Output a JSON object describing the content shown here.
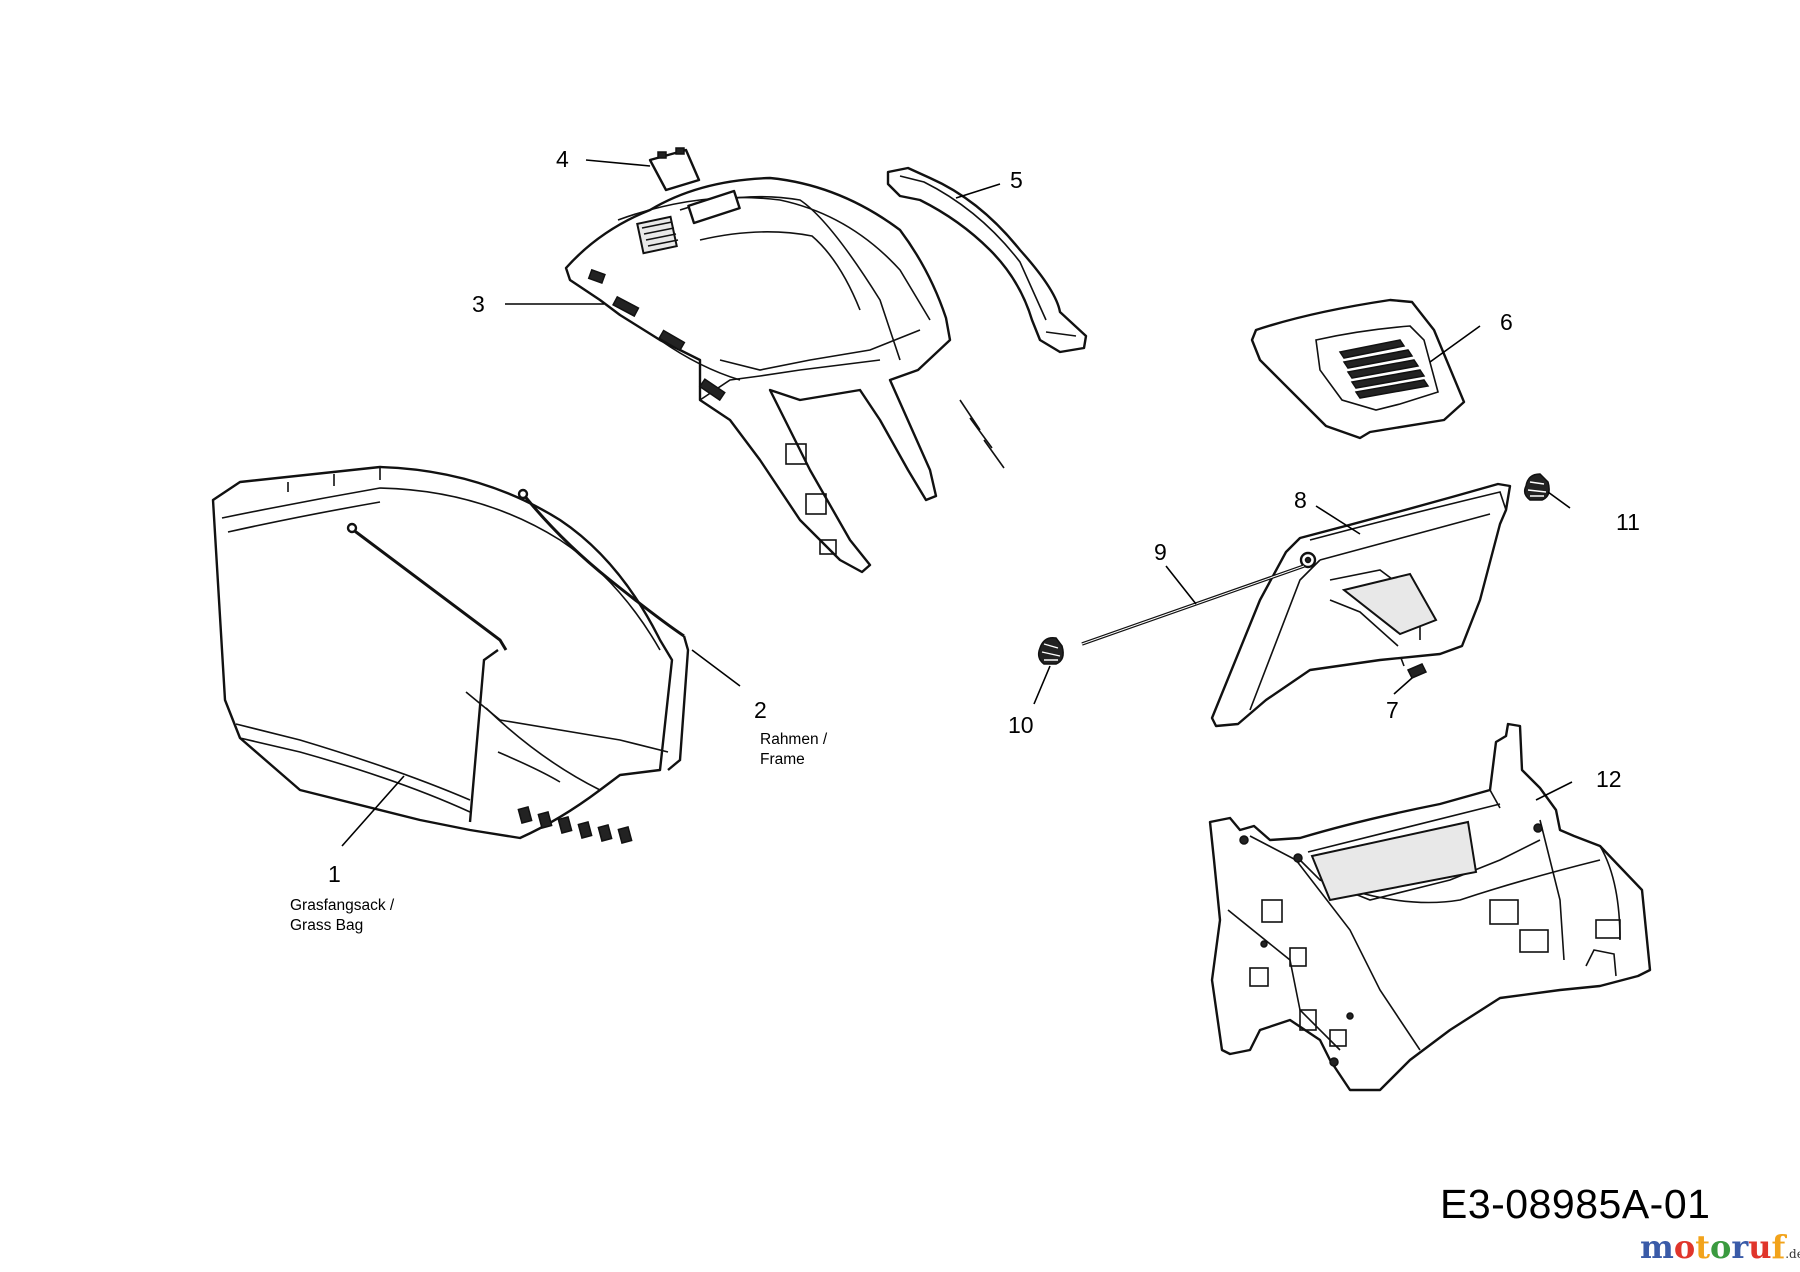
{
  "labels": {
    "p1": "1",
    "p2": "2",
    "p3": "3",
    "p4": "4",
    "p5": "5",
    "p6": "6",
    "p7": "7",
    "p8": "8",
    "p9": "9",
    "p10": "10",
    "p11": "11",
    "p12": "12"
  },
  "captions": {
    "p1_line1": "Grasfangsack /",
    "p1_line2": "Grass Bag",
    "p2_line1": "Rahmen /",
    "p2_line2": "Frame"
  },
  "drawing_code": "E3-08985A-01",
  "watermark": {
    "letters": [
      "m",
      "o",
      "t",
      "o",
      "r",
      "u",
      "f"
    ],
    "tld": ".de",
    "colors": [
      "#3a5ba8",
      "#e0352b",
      "#f2a31b",
      "#3a9a3f",
      "#3a5ba8",
      "#e0352b",
      "#f2a31b"
    ]
  }
}
